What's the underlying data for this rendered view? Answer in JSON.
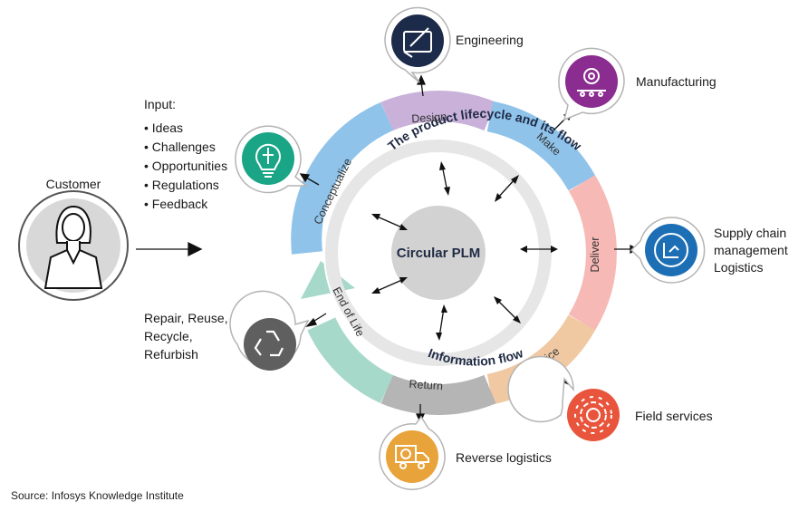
{
  "center": {
    "label": "Circular PLM"
  },
  "arc_titles": {
    "top": "The product lifecycle and its flow",
    "bottom": "Information flow"
  },
  "customer": {
    "label": "Customer"
  },
  "input": {
    "title": "Input:",
    "items": [
      "Ideas",
      "Challenges",
      "Opportunities",
      "Regulations",
      "Feedback"
    ]
  },
  "stages": {
    "conceptualize": "Conceptualize",
    "design": "Design",
    "make": "Make",
    "deliver": "Deliver",
    "service": "Service",
    "return": "Return",
    "eol": "End of Life"
  },
  "outputs": {
    "engineering": "Engineering",
    "manufacturing": "Manufacturing",
    "supply": [
      "Supply chain",
      "management",
      "Logistics"
    ],
    "field": "Field services",
    "reverse": "Reverse logistics",
    "repair": [
      "Repair, Reuse,",
      "Recycle,",
      "Refurbish"
    ]
  },
  "source": "Source: Infosys Knowledge Institute",
  "colors": {
    "conceptualize": "#8fc3ea",
    "design": "#c9b1d9",
    "make": "#8fc3ea",
    "deliver": "#f7b9b6",
    "service": "#f0c9a2",
    "return": "#b5b5b5",
    "eol": "#a7d9cb",
    "engineering_icon": "#1d2b4a",
    "manufacturing_icon": "#8b2c90",
    "supply_icon": "#1c6fb5",
    "field_icon": "#e8553c",
    "reverse_icon": "#e8a33a",
    "repair_icon": "#5f5f5f",
    "conceptualize_icon": "#1aa587"
  },
  "icons": {
    "engineering": "drafting-icon",
    "manufacturing": "gear-conveyor-icon",
    "supply": "supply-chain-icon",
    "field": "gear-service-icon",
    "reverse": "delivery-truck-icon",
    "repair": "recycle-icon",
    "conceptualize": "brain-lightbulb-icon",
    "customer": "person-avatar-icon"
  }
}
